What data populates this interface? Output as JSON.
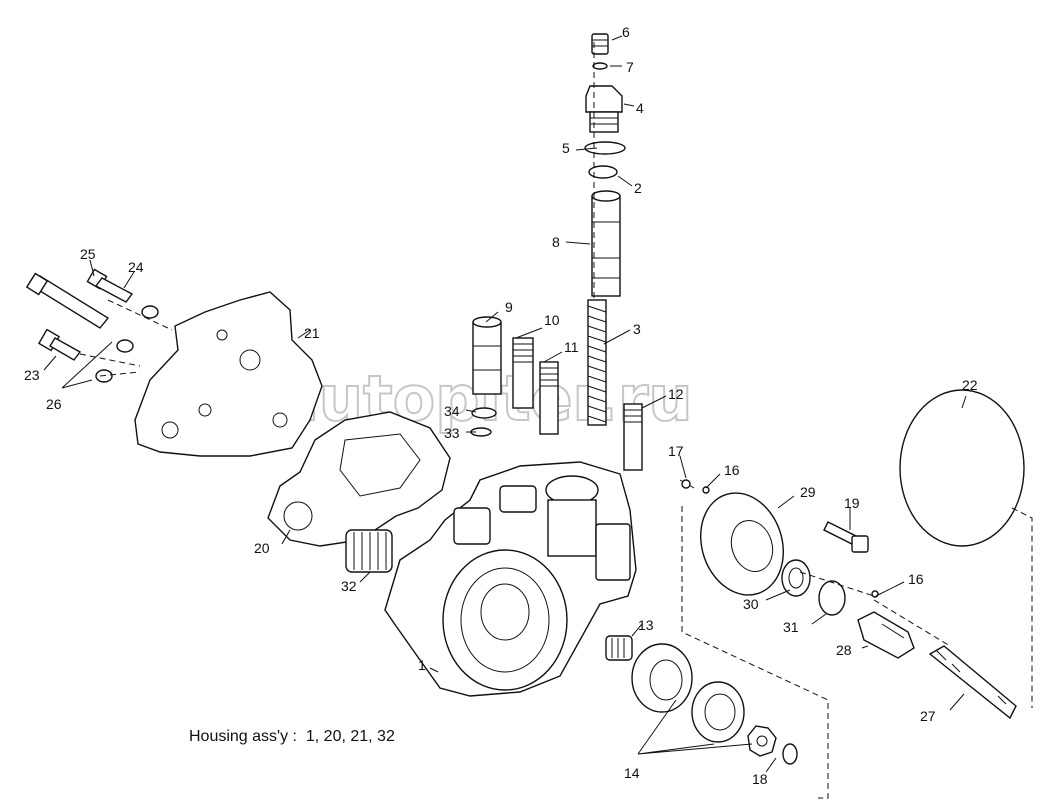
{
  "watermark": "@autopiter.ru",
  "caption": {
    "label": "Housing ass'y :",
    "parts": "1, 20, 21, 32"
  },
  "callouts": {
    "c1": "1",
    "c2": "2",
    "c3": "3",
    "c4": "4",
    "c5": "5",
    "c6": "6",
    "c7": "7",
    "c8": "8",
    "c9": "9",
    "c10": "10",
    "c11": "11",
    "c12": "12",
    "c13": "13",
    "c14": "14",
    "c16a": "16",
    "c16b": "16",
    "c17": "17",
    "c18": "18",
    "c19": "19",
    "c20": "20",
    "c21": "21",
    "c22": "22",
    "c23": "23",
    "c24": "24",
    "c25": "25",
    "c26": "26",
    "c27": "27",
    "c28": "28",
    "c29": "29",
    "c30": "30",
    "c31": "31",
    "c32": "32",
    "c33": "33",
    "c34": "34"
  }
}
